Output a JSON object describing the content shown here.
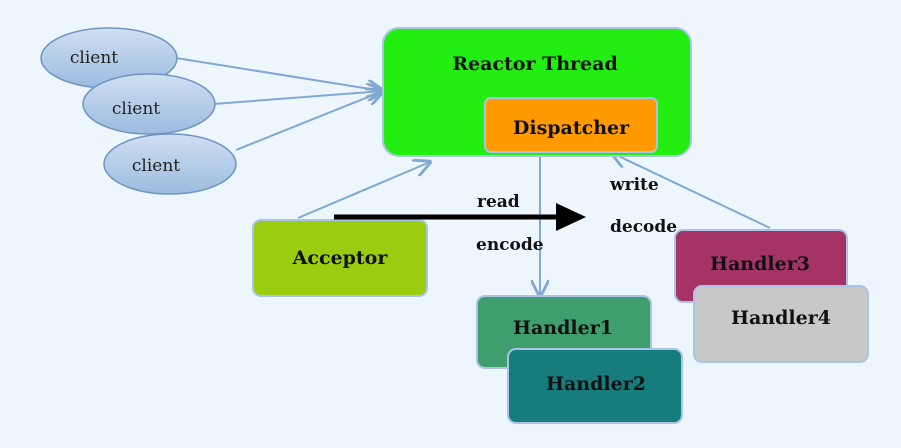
{
  "reactor": {
    "label": "Reactor Thread",
    "color": "#22ee11"
  },
  "dispatcher": {
    "label": "Dispatcher",
    "color": "#ff9a00"
  },
  "acceptor": {
    "label": "Acceptor",
    "color": "#9acd10"
  },
  "clients": [
    {
      "label": "client"
    },
    {
      "label": "client"
    },
    {
      "label": "client"
    }
  ],
  "handlers": [
    {
      "label": "Handler1",
      "color": "#3e9e6e"
    },
    {
      "label": "Handler2",
      "color": "#167c7c"
    },
    {
      "label": "Handler3",
      "color": "#a63366"
    },
    {
      "label": "Handler4",
      "color": "#c8c8c8"
    }
  ],
  "operations": {
    "read": "read",
    "encode": "encode",
    "write": "write",
    "decode": "decode"
  }
}
